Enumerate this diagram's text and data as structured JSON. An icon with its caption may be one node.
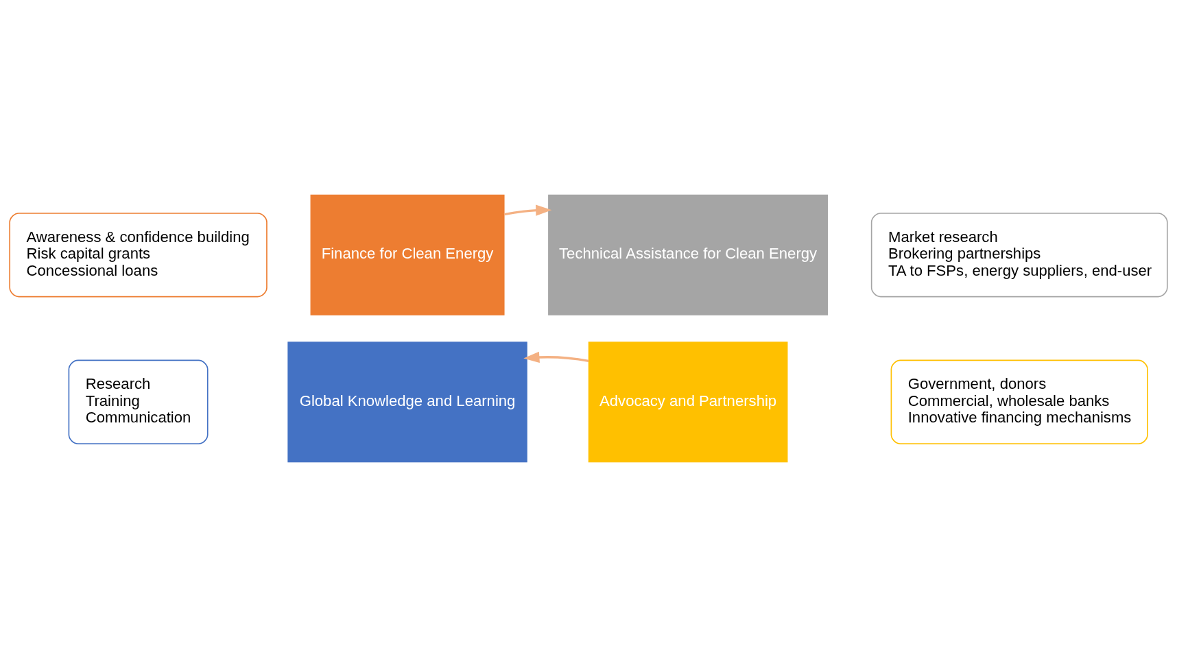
{
  "diagram": {
    "nodes": [
      {
        "text": [
          "Awareness & confidence building",
          "Risk capital grants",
          "Concessional loans"
        ]
      },
      {
        "text": [
          "Finance for Clean Energy"
        ]
      },
      {
        "text": [
          "Technical Assistance for Clean Energy"
        ]
      },
      {
        "text": [
          "Market research",
          "Brokering partnerships",
          "TA to FSPs, energy suppliers, end-user"
        ]
      },
      {
        "text": [
          "Research",
          "Training",
          "Communication"
        ]
      },
      {
        "text": [
          "Global Knowledge and Learning"
        ]
      },
      {
        "text": [
          "Advocacy and Partnership"
        ]
      },
      {
        "text": [
          "Government, donors",
          "Commercial, wholesale banks",
          "Innovative financing mechanisms"
        ]
      }
    ],
    "edges": [
      {
        "from": 1,
        "to": 2,
        "arrow": "to"
      },
      {
        "from": 6,
        "to": 5,
        "arrow": "to"
      }
    ]
  }
}
